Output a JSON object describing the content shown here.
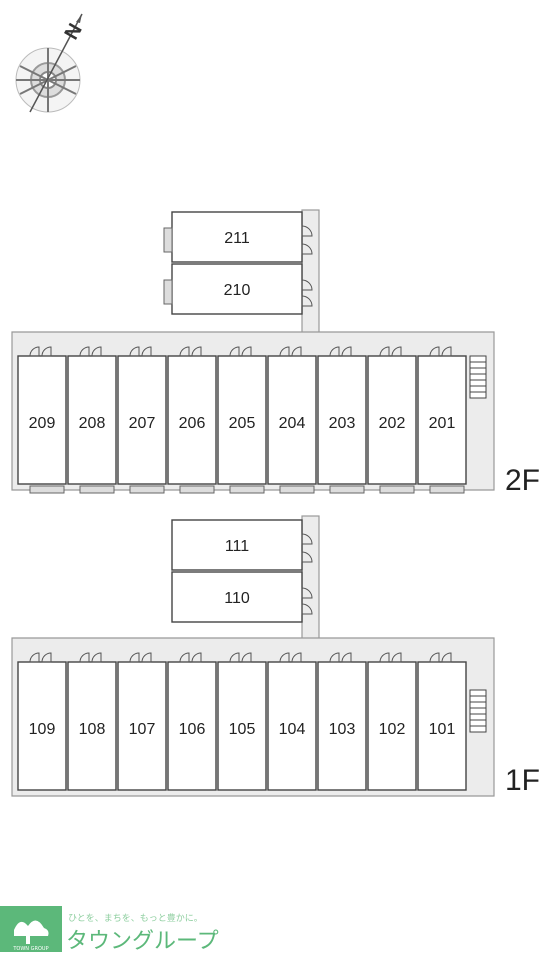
{
  "compass": {
    "north_letter": "N",
    "icon": "compass-rose-icon"
  },
  "floors": [
    {
      "label": "2F",
      "annex_rooms": [
        "211",
        "210"
      ],
      "main_rooms": [
        "209",
        "208",
        "207",
        "206",
        "205",
        "204",
        "203",
        "202",
        "201"
      ]
    },
    {
      "label": "1F",
      "annex_rooms": [
        "111",
        "110"
      ],
      "main_rooms": [
        "109",
        "108",
        "107",
        "106",
        "105",
        "104",
        "103",
        "102",
        "101"
      ]
    }
  ],
  "brand": {
    "logo_caption": "TOWN GROUP",
    "tagline": "ひとを、まちを、もっと豊かに。",
    "name": "タウングループ",
    "color": "#5cb87a"
  }
}
